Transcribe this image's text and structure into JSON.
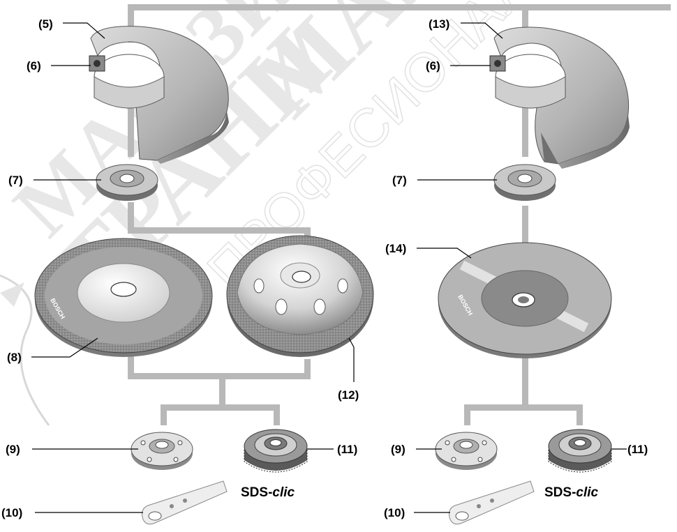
{
  "labels": {
    "guard_left": "(5)",
    "clamp_left": "(6)",
    "guard_right": "(13)",
    "clamp_right": "(6)",
    "flange_left": "(7)",
    "flange_right": "(7)",
    "disc_grinding": "(8)",
    "cup_brush": "(12)",
    "disc_cutting": "(14)",
    "nut_left": "(9)",
    "quick_nut_left": "(11)",
    "nut_right": "(9)",
    "quick_nut_right": "(11)",
    "spanner_left": "(10)",
    "spanner_right": "(10)"
  },
  "sds_left": {
    "prefix": "SDS-",
    "suffix": "clic"
  },
  "sds_right": {
    "prefix": "SDS-",
    "suffix": "clic"
  },
  "brand": "BOSCH",
  "watermark": {
    "line1": "МАГАЗИН",
    "line2": "ТРАНИ",
    "line3": "МАЛ",
    "line4": "ПРОФЕСИОНАЛНИ"
  },
  "colors": {
    "connector": "#b8b8b8",
    "metal_light": "#e2e2e2",
    "metal_mid": "#a9a9a9",
    "metal_dark": "#6f6f6f",
    "disc_center": "#8a8a8a"
  }
}
